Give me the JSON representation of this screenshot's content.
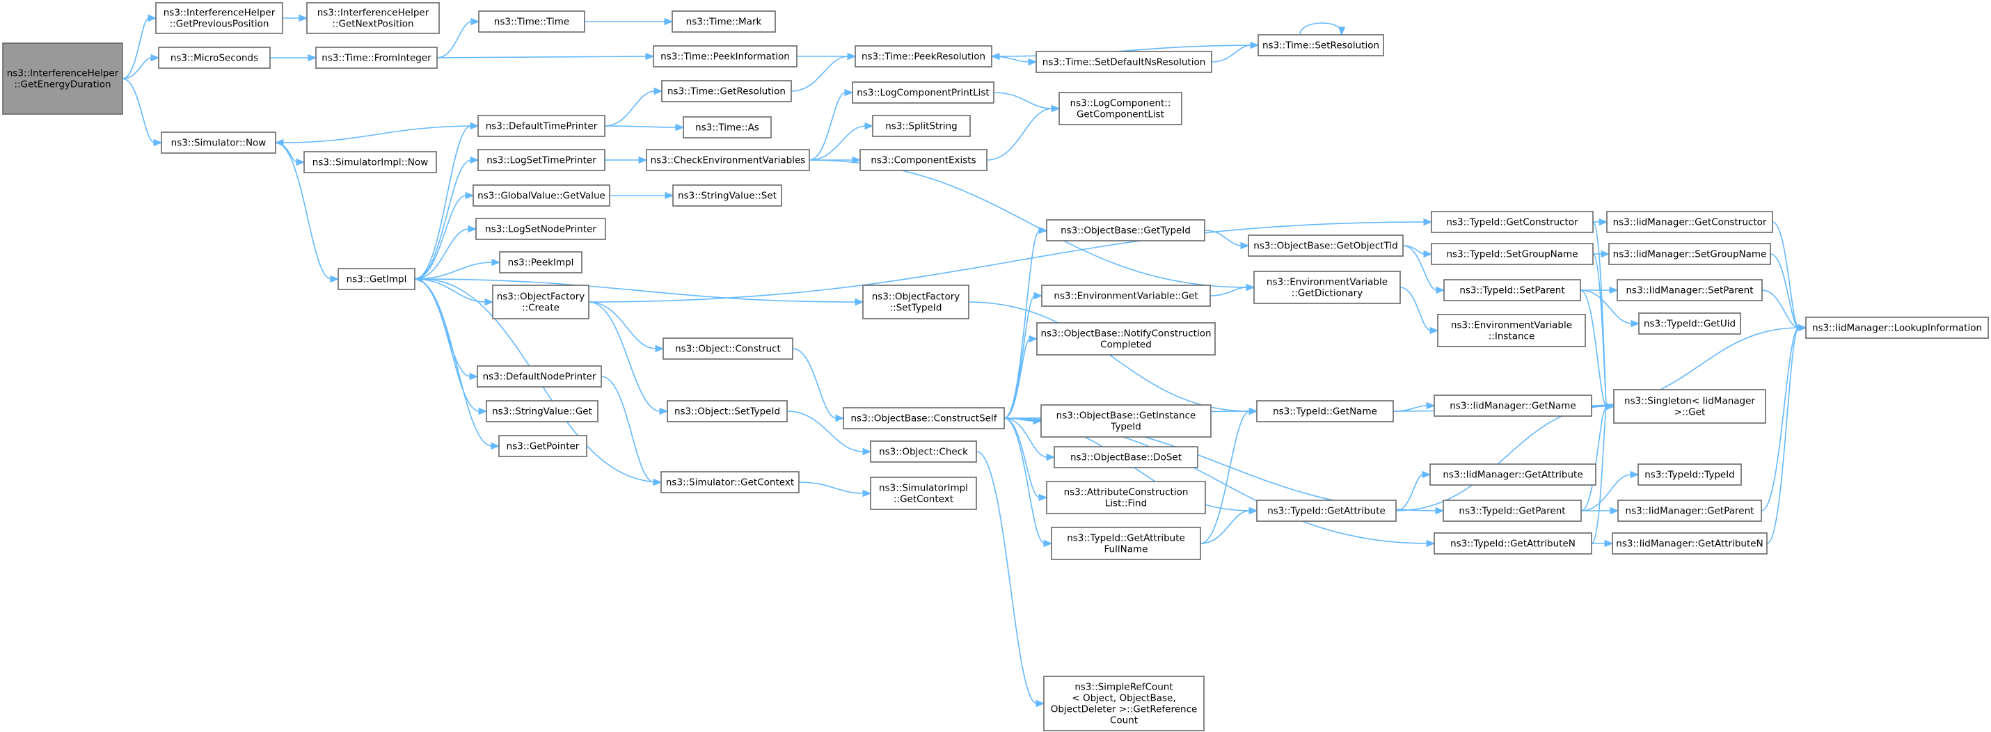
{
  "diagram": {
    "nodes": [
      {
        "id": "root",
        "lines": [
          "ns3::InterferenceHelper",
          "::GetEnergyDuration"
        ],
        "root": true
      },
      {
        "id": "prevpos",
        "lines": [
          "ns3::InterferenceHelper",
          "::GetPreviousPosition"
        ]
      },
      {
        "id": "nextpos",
        "lines": [
          "ns3::InterferenceHelper",
          "::GetNextPosition"
        ]
      },
      {
        "id": "micro",
        "lines": [
          "ns3::MicroSeconds"
        ]
      },
      {
        "id": "fromint",
        "lines": [
          "ns3::Time::FromInteger"
        ]
      },
      {
        "id": "timetime",
        "lines": [
          "ns3::Time::Time"
        ]
      },
      {
        "id": "mark",
        "lines": [
          "ns3::Time::Mark"
        ]
      },
      {
        "id": "peekinfo",
        "lines": [
          "ns3::Time::PeekInformation"
        ]
      },
      {
        "id": "peekres",
        "lines": [
          "ns3::Time::PeekResolution"
        ]
      },
      {
        "id": "setdefns",
        "lines": [
          "ns3::Time::SetDefaultNsResolution"
        ]
      },
      {
        "id": "setres",
        "lines": [
          "ns3::Time::SetResolution"
        ]
      },
      {
        "id": "getres",
        "lines": [
          "ns3::Time::GetResolution"
        ]
      },
      {
        "id": "simnow",
        "lines": [
          "ns3::Simulator::Now"
        ]
      },
      {
        "id": "simimplnow",
        "lines": [
          "ns3::SimulatorImpl::Now"
        ]
      },
      {
        "id": "deftimepr",
        "lines": [
          "ns3::DefaultTimePrinter"
        ]
      },
      {
        "id": "timeas",
        "lines": [
          "ns3::Time::As"
        ]
      },
      {
        "id": "logcompprint",
        "lines": [
          "ns3::LogComponentPrintList"
        ]
      },
      {
        "id": "logcompgetlist",
        "lines": [
          "ns3::LogComponent::",
          "GetComponentList"
        ]
      },
      {
        "id": "splitstr",
        "lines": [
          "ns3::SplitString"
        ]
      },
      {
        "id": "logsettime",
        "lines": [
          "ns3::LogSetTimePrinter"
        ]
      },
      {
        "id": "checkenv",
        "lines": [
          "ns3::CheckEnvironmentVariables"
        ]
      },
      {
        "id": "compexists",
        "lines": [
          "ns3::ComponentExists"
        ]
      },
      {
        "id": "gvgetvalue",
        "lines": [
          "ns3::GlobalValue::GetValue"
        ]
      },
      {
        "id": "strvalset",
        "lines": [
          "ns3::StringValue::Set"
        ]
      },
      {
        "id": "logsetnode",
        "lines": [
          "ns3::LogSetNodePrinter"
        ]
      },
      {
        "id": "peekimpl",
        "lines": [
          "ns3::PeekImpl"
        ]
      },
      {
        "id": "getimpl",
        "lines": [
          "ns3::GetImpl"
        ]
      },
      {
        "id": "objfactcreate",
        "lines": [
          "ns3::ObjectFactory",
          "::Create"
        ]
      },
      {
        "id": "objfactsettid",
        "lines": [
          "ns3::ObjectFactory",
          "::SetTypeId"
        ]
      },
      {
        "id": "objconstruct",
        "lines": [
          "ns3::Object::Construct"
        ]
      },
      {
        "id": "defnodepr",
        "lines": [
          "ns3::DefaultNodePrinter"
        ]
      },
      {
        "id": "strvalget",
        "lines": [
          "ns3::StringValue::Get"
        ]
      },
      {
        "id": "objsettid",
        "lines": [
          "ns3::Object::SetTypeId"
        ]
      },
      {
        "id": "getpointer",
        "lines": [
          "ns3::GetPointer"
        ]
      },
      {
        "id": "objcheck",
        "lines": [
          "ns3::Object::Check"
        ]
      },
      {
        "id": "simgetctx",
        "lines": [
          "ns3::Simulator::GetContext"
        ]
      },
      {
        "id": "simimplctx",
        "lines": [
          "ns3::SimulatorImpl",
          "::GetContext"
        ]
      },
      {
        "id": "obconstructself",
        "lines": [
          "ns3::ObjectBase::ConstructSelf"
        ]
      },
      {
        "id": "obgettid",
        "lines": [
          "ns3::ObjectBase::GetTypeId"
        ]
      },
      {
        "id": "envget",
        "lines": [
          "ns3::EnvironmentVariable::Get"
        ]
      },
      {
        "id": "obnotify",
        "lines": [
          "ns3::ObjectBase::NotifyConstruction",
          "Completed"
        ]
      },
      {
        "id": "obgetinst",
        "lines": [
          "ns3::ObjectBase::GetInstance",
          "TypeId"
        ]
      },
      {
        "id": "obdoset",
        "lines": [
          "ns3::ObjectBase::DoSet"
        ]
      },
      {
        "id": "attrconstrfind",
        "lines": [
          "ns3::AttributeConstruction",
          "List::Find"
        ]
      },
      {
        "id": "tidgetattrfull",
        "lines": [
          "ns3::TypeId::GetAttribute",
          "FullName"
        ]
      },
      {
        "id": "simplerefcount",
        "lines": [
          "ns3::SimpleRefCount",
          "< Object, ObjectBase,",
          "ObjectDeleter >::GetReference",
          "Count"
        ]
      },
      {
        "id": "obgetobjtid",
        "lines": [
          "ns3::ObjectBase::GetObjectTid"
        ]
      },
      {
        "id": "envgetdict",
        "lines": [
          "ns3::EnvironmentVariable",
          "::GetDictionary"
        ]
      },
      {
        "id": "envinstance",
        "lines": [
          "ns3::EnvironmentVariable",
          "::Instance"
        ]
      },
      {
        "id": "tidgetname",
        "lines": [
          "ns3::TypeId::GetName"
        ]
      },
      {
        "id": "tidgetattr",
        "lines": [
          "ns3::TypeId::GetAttribute"
        ]
      },
      {
        "id": "tidgetconstructor",
        "lines": [
          "ns3::TypeId::GetConstructor"
        ]
      },
      {
        "id": "tidsetgroup",
        "lines": [
          "ns3::TypeId::SetGroupName"
        ]
      },
      {
        "id": "tidsetparent",
        "lines": [
          "ns3::TypeId::SetParent"
        ]
      },
      {
        "id": "tidgetuid",
        "lines": [
          "ns3::TypeId::GetUid"
        ]
      },
      {
        "id": "tidgetparent",
        "lines": [
          "ns3::TypeId::GetParent"
        ]
      },
      {
        "id": "tidgetattrn",
        "lines": [
          "ns3::TypeId::GetAttributeN"
        ]
      },
      {
        "id": "tidtid",
        "lines": [
          "ns3::TypeId::TypeId"
        ]
      },
      {
        "id": "iidgetname",
        "lines": [
          "ns3::IidManager::GetName"
        ]
      },
      {
        "id": "iidgetattr",
        "lines": [
          "ns3::IidManager::GetAttribute"
        ]
      },
      {
        "id": "iidgetconstructor",
        "lines": [
          "ns3::IidManager::GetConstructor"
        ]
      },
      {
        "id": "iidsetgroup",
        "lines": [
          "ns3::IidManager::SetGroupName"
        ]
      },
      {
        "id": "iidsetparent",
        "lines": [
          "ns3::IidManager::SetParent"
        ]
      },
      {
        "id": "iidgetparent",
        "lines": [
          "ns3::IidManager::GetParent"
        ]
      },
      {
        "id": "iidgetattrn",
        "lines": [
          "ns3::IidManager::GetAttributeN"
        ]
      },
      {
        "id": "singletonget",
        "lines": [
          "ns3::Singleton< IidManager",
          ">::Get"
        ]
      },
      {
        "id": "iidlookup",
        "lines": [
          "ns3::IidManager::LookupInformation"
        ]
      }
    ],
    "edges": [
      [
        "root",
        "prevpos"
      ],
      [
        "root",
        "micro"
      ],
      [
        "root",
        "simnow"
      ],
      [
        "prevpos",
        "nextpos"
      ],
      [
        "micro",
        "fromint"
      ],
      [
        "fromint",
        "timetime"
      ],
      [
        "fromint",
        "peekinfo"
      ],
      [
        "timetime",
        "mark"
      ],
      [
        "peekinfo",
        "peekres"
      ],
      [
        "peekres",
        "setdefns"
      ],
      [
        "setdefns",
        "setres"
      ],
      [
        "setres",
        "peekres"
      ],
      [
        "setres",
        "setres"
      ],
      [
        "getres",
        "peekres"
      ],
      [
        "simnow",
        "simimplnow"
      ],
      [
        "simnow",
        "getimpl"
      ],
      [
        "deftimepr",
        "simnow"
      ],
      [
        "deftimepr",
        "getres"
      ],
      [
        "deftimepr",
        "timeas"
      ],
      [
        "logsettime",
        "checkenv"
      ],
      [
        "checkenv",
        "logcompprint"
      ],
      [
        "checkenv",
        "splitstr"
      ],
      [
        "checkenv",
        "compexists"
      ],
      [
        "checkenv",
        "envgetdict"
      ],
      [
        "logcompprint",
        "logcompgetlist"
      ],
      [
        "compexists",
        "logcompgetlist"
      ],
      [
        "gvgetvalue",
        "strvalset"
      ],
      [
        "getimpl",
        "deftimepr"
      ],
      [
        "getimpl",
        "logsettime"
      ],
      [
        "getimpl",
        "gvgetvalue"
      ],
      [
        "getimpl",
        "logsetnode"
      ],
      [
        "getimpl",
        "peekimpl"
      ],
      [
        "getimpl",
        "objfactcreate"
      ],
      [
        "getimpl",
        "objfactsettid"
      ],
      [
        "getimpl",
        "defnodepr"
      ],
      [
        "getimpl",
        "strvalget"
      ],
      [
        "getimpl",
        "getpointer"
      ],
      [
        "simgetctx",
        "getimpl"
      ],
      [
        "simgetctx",
        "simimplctx"
      ],
      [
        "objfactcreate",
        "objconstruct"
      ],
      [
        "objfactcreate",
        "objsettid"
      ],
      [
        "objfactcreate",
        "tidgetconstructor"
      ],
      [
        "objfactsettid",
        "tidgetname"
      ],
      [
        "defnodepr",
        "simgetctx"
      ],
      [
        "objconstruct",
        "obconstructself"
      ],
      [
        "objsettid",
        "objcheck"
      ],
      [
        "objcheck",
        "simplerefcount"
      ],
      [
        "obconstructself",
        "obgettid"
      ],
      [
        "obconstructself",
        "envget"
      ],
      [
        "obconstructself",
        "obnotify"
      ],
      [
        "obconstructself",
        "tidgetname"
      ],
      [
        "obconstructself",
        "obgetinst"
      ],
      [
        "obconstructself",
        "obdoset"
      ],
      [
        "obconstructself",
        "attrconstrfind"
      ],
      [
        "obconstructself",
        "tidgetattrfull"
      ],
      [
        "obconstructself",
        "tidgetattr"
      ],
      [
        "obconstructself",
        "tidgetparent"
      ],
      [
        "obconstructself",
        "tidgetattrn"
      ],
      [
        "obgettid",
        "obgetobjtid"
      ],
      [
        "envget",
        "envgetdict"
      ],
      [
        "envgetdict",
        "envinstance"
      ],
      [
        "obgetobjtid",
        "tidsetgroup"
      ],
      [
        "obgetobjtid",
        "tidsetparent"
      ],
      [
        "tidgetattrfull",
        "tidgetname"
      ],
      [
        "tidgetattrfull",
        "tidgetattr"
      ],
      [
        "tidgetname",
        "iidgetname"
      ],
      [
        "tidgetname",
        "singletonget"
      ],
      [
        "tidgetattr",
        "iidgetattr"
      ],
      [
        "tidgetattr",
        "singletonget"
      ],
      [
        "tidgetconstructor",
        "iidgetconstructor"
      ],
      [
        "tidgetconstructor",
        "singletonget"
      ],
      [
        "tidsetgroup",
        "iidsetgroup"
      ],
      [
        "tidsetgroup",
        "singletonget"
      ],
      [
        "tidsetparent",
        "iidsetparent"
      ],
      [
        "tidsetparent",
        "tidgetuid"
      ],
      [
        "tidsetparent",
        "singletonget"
      ],
      [
        "tidgetparent",
        "tidtid"
      ],
      [
        "tidgetparent",
        "iidgetparent"
      ],
      [
        "tidgetparent",
        "singletonget"
      ],
      [
        "tidgetattrn",
        "iidgetattrn"
      ],
      [
        "tidgetattrn",
        "singletonget"
      ],
      [
        "iidgetname",
        "iidlookup"
      ],
      [
        "iidgetconstructor",
        "iidlookup"
      ],
      [
        "iidsetgroup",
        "iidlookup"
      ],
      [
        "iidsetparent",
        "iidlookup"
      ],
      [
        "iidgetparent",
        "iidlookup"
      ],
      [
        "iidgetattrn",
        "iidlookup"
      ]
    ]
  }
}
